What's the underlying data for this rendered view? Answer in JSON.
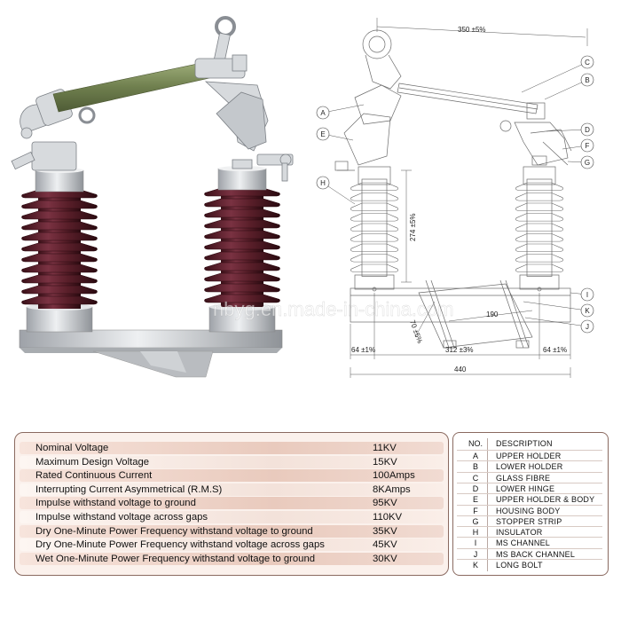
{
  "watermark": "nbyg.en.made-in-china.com",
  "dimensions": {
    "top_length": "350 ±5%",
    "height": "274 ±5%",
    "slot_190": "190",
    "angle_70": "70 ±5%",
    "left_64": "64 ±1%",
    "center_312": "312 ±3%",
    "right_64": "64 ±1%",
    "total_440": "440"
  },
  "callouts": {
    "A": "A",
    "B": "B",
    "C": "C",
    "D": "D",
    "E": "E",
    "F": "F",
    "G": "G",
    "H": "H",
    "I": "I",
    "J": "J",
    "K": "K"
  },
  "specs": [
    {
      "name": "Nominal Voltage",
      "value": "11KV"
    },
    {
      "name": "Maximum Design Voltage",
      "value": "15KV"
    },
    {
      "name": "Rated Continuous Current",
      "value": "100Amps"
    },
    {
      "name": "Interrupting Current Asymmetrical (R.M.S)",
      "value": "8KAmps"
    },
    {
      "name": "Impulse withstand voltage to ground",
      "value": "95KV"
    },
    {
      "name": "Impulse withstand voltage across gaps",
      "value": "110KV"
    },
    {
      "name": "Dry One-Minute Power Frequency withstand voltage to ground",
      "value": "35KV"
    },
    {
      "name": "Dry One-Minute Power Frequency withstand voltage across gaps",
      "value": "45KV"
    },
    {
      "name": "Wet One-Minute Power Frequency withstand voltage to ground",
      "value": "30KV"
    }
  ],
  "parts": {
    "header_code": "NO.",
    "header_desc": "DESCRIPTION",
    "rows": [
      {
        "code": "A",
        "desc": "UPPER HOLDER"
      },
      {
        "code": "B",
        "desc": "LOWER HOLDER"
      },
      {
        "code": "C",
        "desc": "GLASS FIBRE"
      },
      {
        "code": "D",
        "desc": "LOWER HINGE"
      },
      {
        "code": "E",
        "desc": "UPPER HOLDER & BODY"
      },
      {
        "code": "F",
        "desc": "HOUSING BODY"
      },
      {
        "code": "G",
        "desc": "STOPPER STRIP"
      },
      {
        "code": "H",
        "desc": "INSULATOR"
      },
      {
        "code": "I",
        "desc": "MS CHANNEL"
      },
      {
        "code": "J",
        "desc": "MS BACK CHANNEL"
      },
      {
        "code": "K",
        "desc": "LONG BOLT"
      }
    ]
  },
  "colors": {
    "porcelain": "#5a1f2a",
    "glass_fibre": "#7c8c5c",
    "metal": "#c9ccd0",
    "table_border": "#8a6a60"
  }
}
